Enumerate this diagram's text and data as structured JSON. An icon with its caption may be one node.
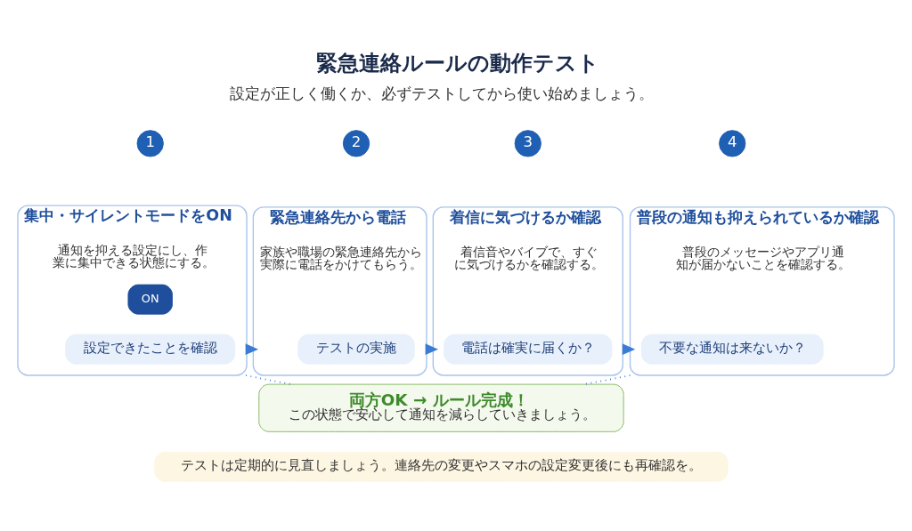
{
  "diagram": {
    "title": "緊急連絡ルールの動作テスト",
    "nodes": [
      {
        "text": [
          "1"
        ]
      },
      {
        "text": [
          "集中・サイレントモードをON",
          "通知を抑える設定にし、作業に集中できる状態にする。"
        ]
      },
      {
        "text": [
          "ON"
        ],
        "in": 1
      },
      {
        "text": [
          "設定できたことを確認"
        ],
        "in": 1
      },
      {
        "text": [
          "2"
        ]
      },
      {
        "text": [
          "緊急連絡先から電話",
          "家族や職場の緊急連絡先から実際に電話をかけてもらう。"
        ]
      },
      {
        "text": [
          "テストの実施"
        ],
        "in": 5
      },
      {
        "text": [
          "3"
        ]
      },
      {
        "text": [
          "着信に気づけるか確認",
          "着信音やバイブで、すぐに気づけるかを確認する。"
        ]
      },
      {
        "text": [
          "電話は確実に届くか？"
        ],
        "in": 8
      },
      {
        "text": [
          "4"
        ]
      },
      {
        "text": [
          "普段の通知も抑えられているか確認",
          "普段のメッセージやアプリ通知が届かないことを確認する。"
        ]
      },
      {
        "text": [
          "不要な通知は来ないか？"
        ],
        "in": 11
      },
      {
        "text": [
          "両方OK → ルール完成！",
          "この状態で安心して通知を減らしていきましょう。"
        ]
      },
      {
        "text": [
          "テストは定期的に見直しましょう。連絡先の変更やスマホの設定変更後にも再確認を。"
        ]
      }
    ],
    "edges": [
      {
        "from": 1,
        "to": 5,
        "arrow": "to",
        "style": "thick"
      },
      {
        "from": 5,
        "to": 8,
        "arrow": "to",
        "style": "thick"
      },
      {
        "from": 8,
        "to": 11,
        "arrow": "to",
        "style": "thick"
      },
      {
        "from": 1,
        "to": 13,
        "arrow": "none",
        "style": "dashed"
      },
      {
        "from": 11,
        "to": 13,
        "arrow": "none",
        "style": "dashed"
      }
    ],
    "labels": [
      "設定が正しく働くか、必ずテストしてから使い始めましょう。"
    ]
  }
}
